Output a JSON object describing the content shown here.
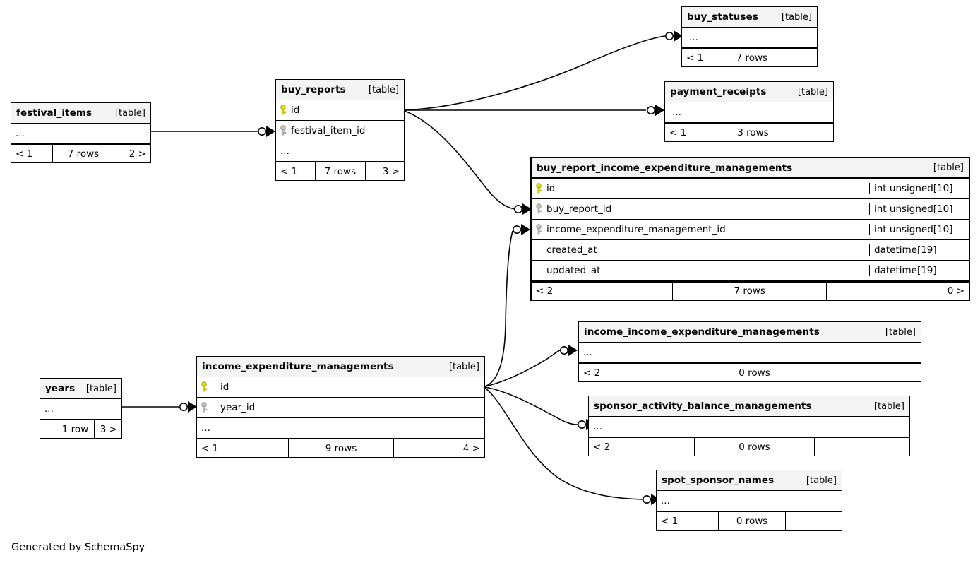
{
  "diagram": {
    "kind": "entity-relationship-diagram",
    "generator_credit": "Generated by SchemaSpy",
    "table_tag": "[table]",
    "ellipsis": "...",
    "colors": {
      "background": "#ffffff",
      "header_fill": "#f4f4f4",
      "border": "#000000",
      "primary_key_icon": "#e3e300",
      "foreign_key_icon": "#b3b3b3"
    }
  },
  "tables": [
    {
      "id": "buy_statuses",
      "name": "buy_statuses",
      "tag": "[table]",
      "columns": [
        {
          "name": "...",
          "icon": "none",
          "type": ""
        }
      ],
      "footer": {
        "left": "< 1",
        "mid": "7 rows",
        "right": ""
      }
    },
    {
      "id": "payment_receipts",
      "name": "payment_receipts",
      "tag": "[table]",
      "columns": [
        {
          "name": "...",
          "icon": "none",
          "type": ""
        }
      ],
      "footer": {
        "left": "< 1",
        "mid": "3 rows",
        "right": ""
      }
    },
    {
      "id": "buy_reports",
      "name": "buy_reports",
      "tag": "[table]",
      "columns": [
        {
          "name": "id",
          "icon": "primary-key",
          "type": ""
        },
        {
          "name": "festival_item_id",
          "icon": "foreign-key",
          "type": ""
        },
        {
          "name": "...",
          "icon": "none",
          "type": ""
        }
      ],
      "footer": {
        "left": "< 1",
        "mid": "7 rows",
        "right": "3 >"
      }
    },
    {
      "id": "festival_items",
      "name": "festival_items",
      "tag": "[table]",
      "columns": [
        {
          "name": "...",
          "icon": "none",
          "type": ""
        }
      ],
      "footer": {
        "left": "< 1",
        "mid": "7 rows",
        "right": "2 >"
      }
    },
    {
      "id": "buy_report_income_expenditure_managements",
      "name": "buy_report_income_expenditure_managements",
      "tag": "[table]",
      "columns": [
        {
          "name": "id",
          "icon": "primary-key",
          "type": "int unsigned[10]"
        },
        {
          "name": "buy_report_id",
          "icon": "foreign-key",
          "type": "int unsigned[10]"
        },
        {
          "name": "income_expenditure_management_id",
          "icon": "foreign-key",
          "type": "int unsigned[10]"
        },
        {
          "name": "created_at",
          "icon": "none",
          "type": "datetime[19]"
        },
        {
          "name": "updated_at",
          "icon": "none",
          "type": "datetime[19]"
        }
      ],
      "footer": {
        "left": "< 2",
        "mid": "7 rows",
        "right": "0 >"
      }
    },
    {
      "id": "income_income_expenditure_managements",
      "name": "income_income_expenditure_managements",
      "tag": "[table]",
      "columns": [
        {
          "name": "...",
          "icon": "none",
          "type": ""
        }
      ],
      "footer": {
        "left": "< 2",
        "mid": "0 rows",
        "right": ""
      }
    },
    {
      "id": "sponsor_activity_balance_managements",
      "name": "sponsor_activity_balance_managements",
      "tag": "[table]",
      "columns": [
        {
          "name": "...",
          "icon": "none",
          "type": ""
        }
      ],
      "footer": {
        "left": "< 2",
        "mid": "0 rows",
        "right": ""
      }
    },
    {
      "id": "spot_sponsor_names",
      "name": "spot_sponsor_names",
      "tag": "[table]",
      "columns": [
        {
          "name": "...",
          "icon": "none",
          "type": ""
        }
      ],
      "footer": {
        "left": "< 1",
        "mid": "0 rows",
        "right": ""
      }
    },
    {
      "id": "income_expenditure_managements",
      "name": "income_expenditure_managements",
      "tag": "[table]",
      "columns": [
        {
          "name": "id",
          "icon": "primary-key",
          "type": ""
        },
        {
          "name": "year_id",
          "icon": "foreign-key",
          "type": ""
        },
        {
          "name": "...",
          "icon": "none",
          "type": ""
        }
      ],
      "footer": {
        "left": "< 1",
        "mid": "9 rows",
        "right": "4 >"
      }
    },
    {
      "id": "years",
      "name": "years",
      "tag": "[table]",
      "columns": [
        {
          "name": "...",
          "icon": "none",
          "type": ""
        }
      ],
      "footer": {
        "left": "",
        "mid": "1 row",
        "right": "3 >"
      }
    }
  ],
  "relationships": [
    {
      "from": "buy_reports",
      "to": "buy_statuses"
    },
    {
      "from": "buy_reports",
      "to": "payment_receipts"
    },
    {
      "from": "buy_reports",
      "to": "buy_report_income_expenditure_managements"
    },
    {
      "from": "festival_items",
      "to": "buy_reports"
    },
    {
      "from": "income_expenditure_managements",
      "to": "buy_report_income_expenditure_managements"
    },
    {
      "from": "income_expenditure_managements",
      "to": "income_income_expenditure_managements"
    },
    {
      "from": "income_expenditure_managements",
      "to": "sponsor_activity_balance_managements"
    },
    {
      "from": "income_expenditure_managements",
      "to": "spot_sponsor_names"
    },
    {
      "from": "years",
      "to": "income_expenditure_managements"
    }
  ]
}
